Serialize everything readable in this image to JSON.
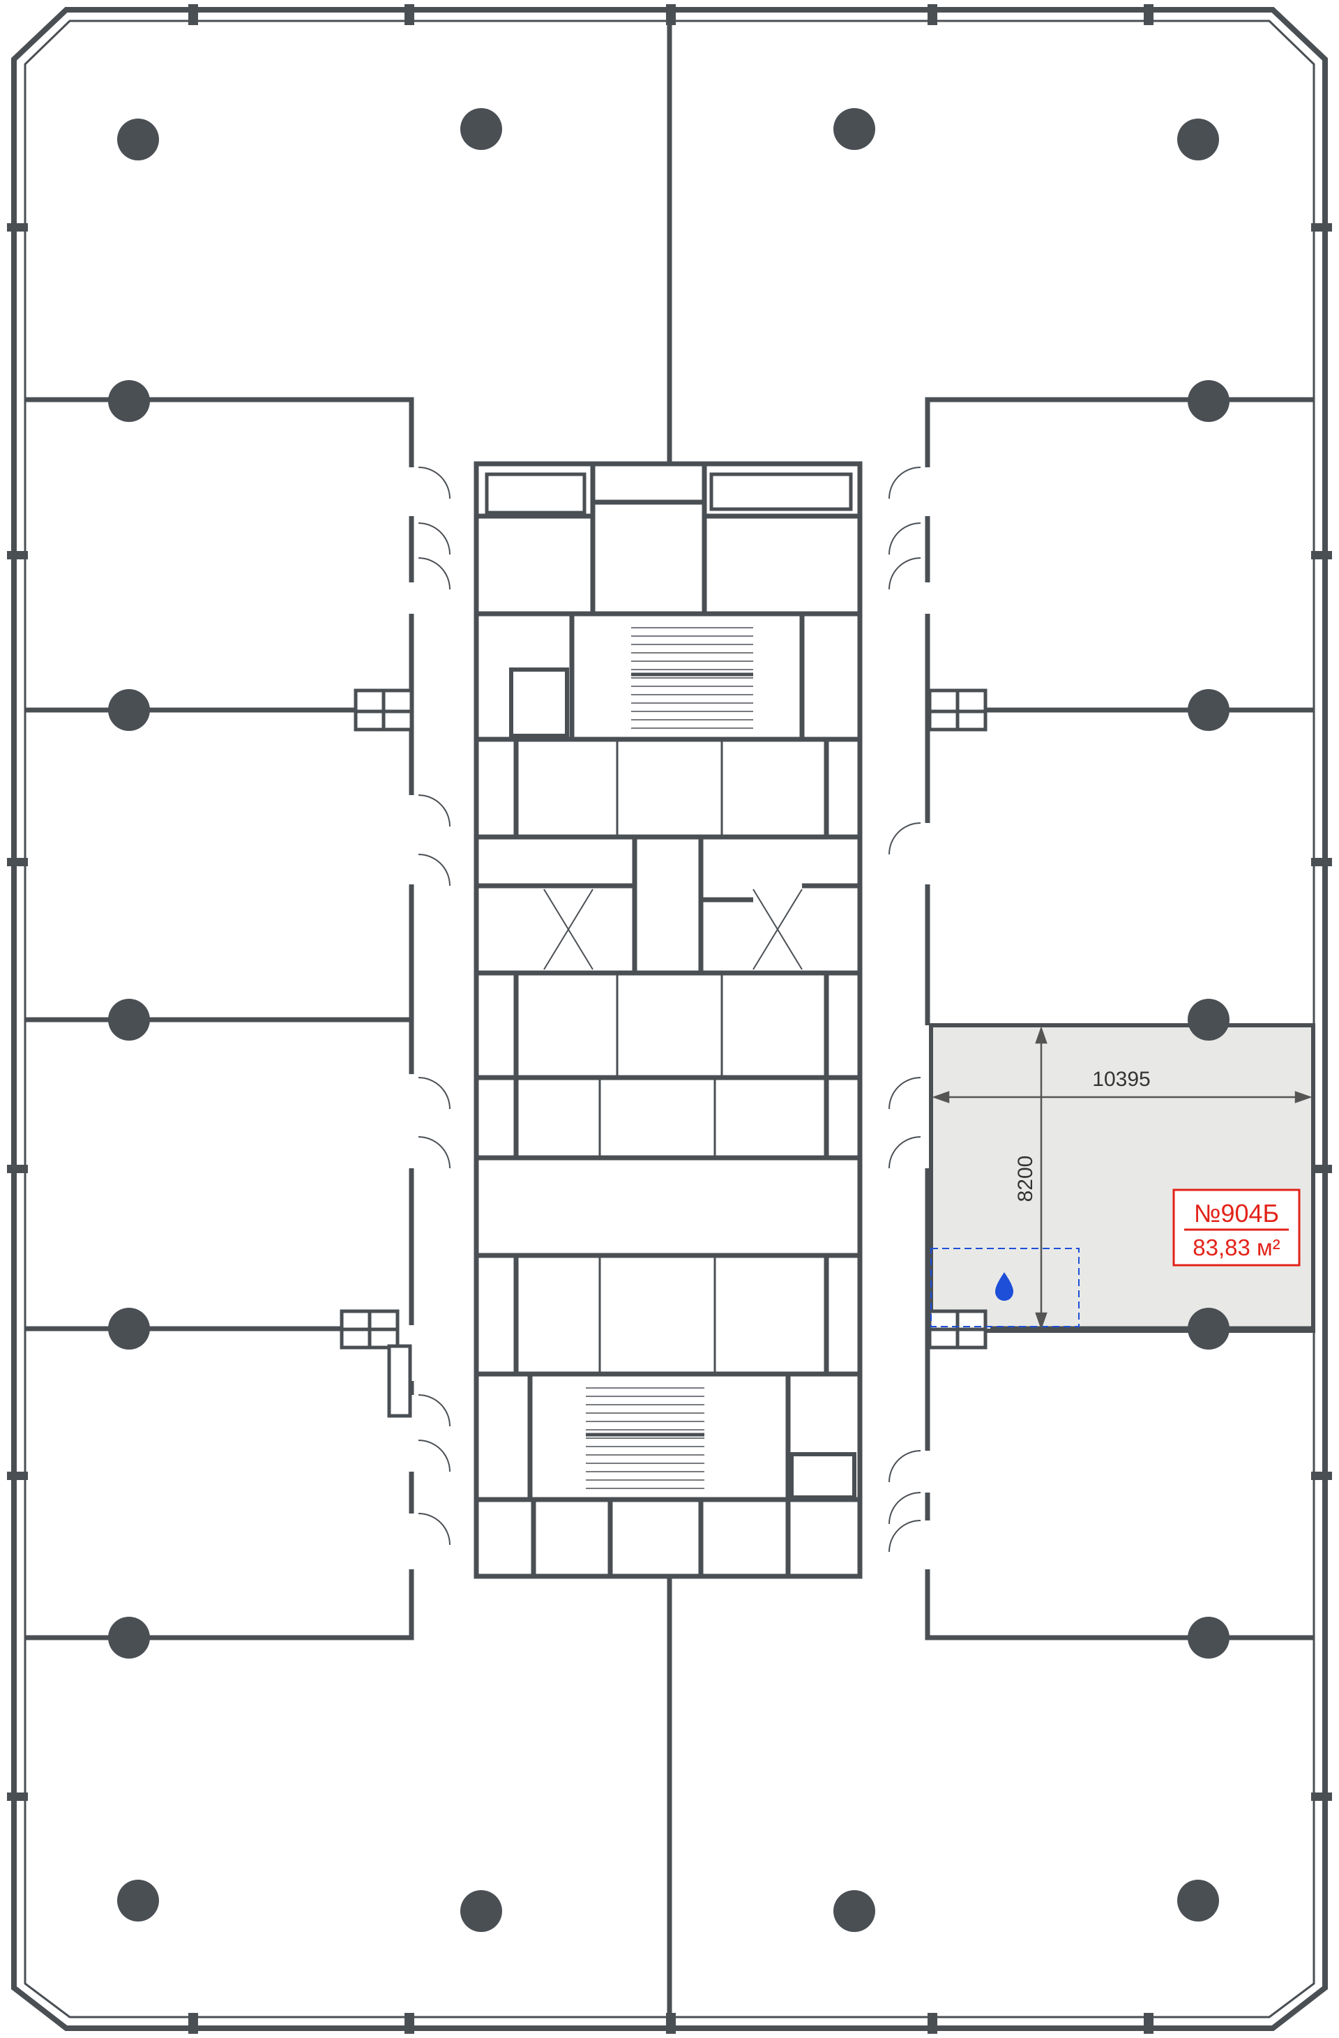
{
  "unit": {
    "number": "№904Б",
    "area": "83,83 м²",
    "width_dimension": "10395",
    "height_dimension": "8200"
  },
  "colors": {
    "wall": "#4a4f54",
    "highlight_fill": "#e8e9e6",
    "accent_red": "#e2231a",
    "dimension_line": "#555555",
    "water_icon": "#1d4fd8",
    "dashed_outline": "#1d4fd8"
  },
  "icons": {
    "water_point": "water-drop-icon"
  }
}
